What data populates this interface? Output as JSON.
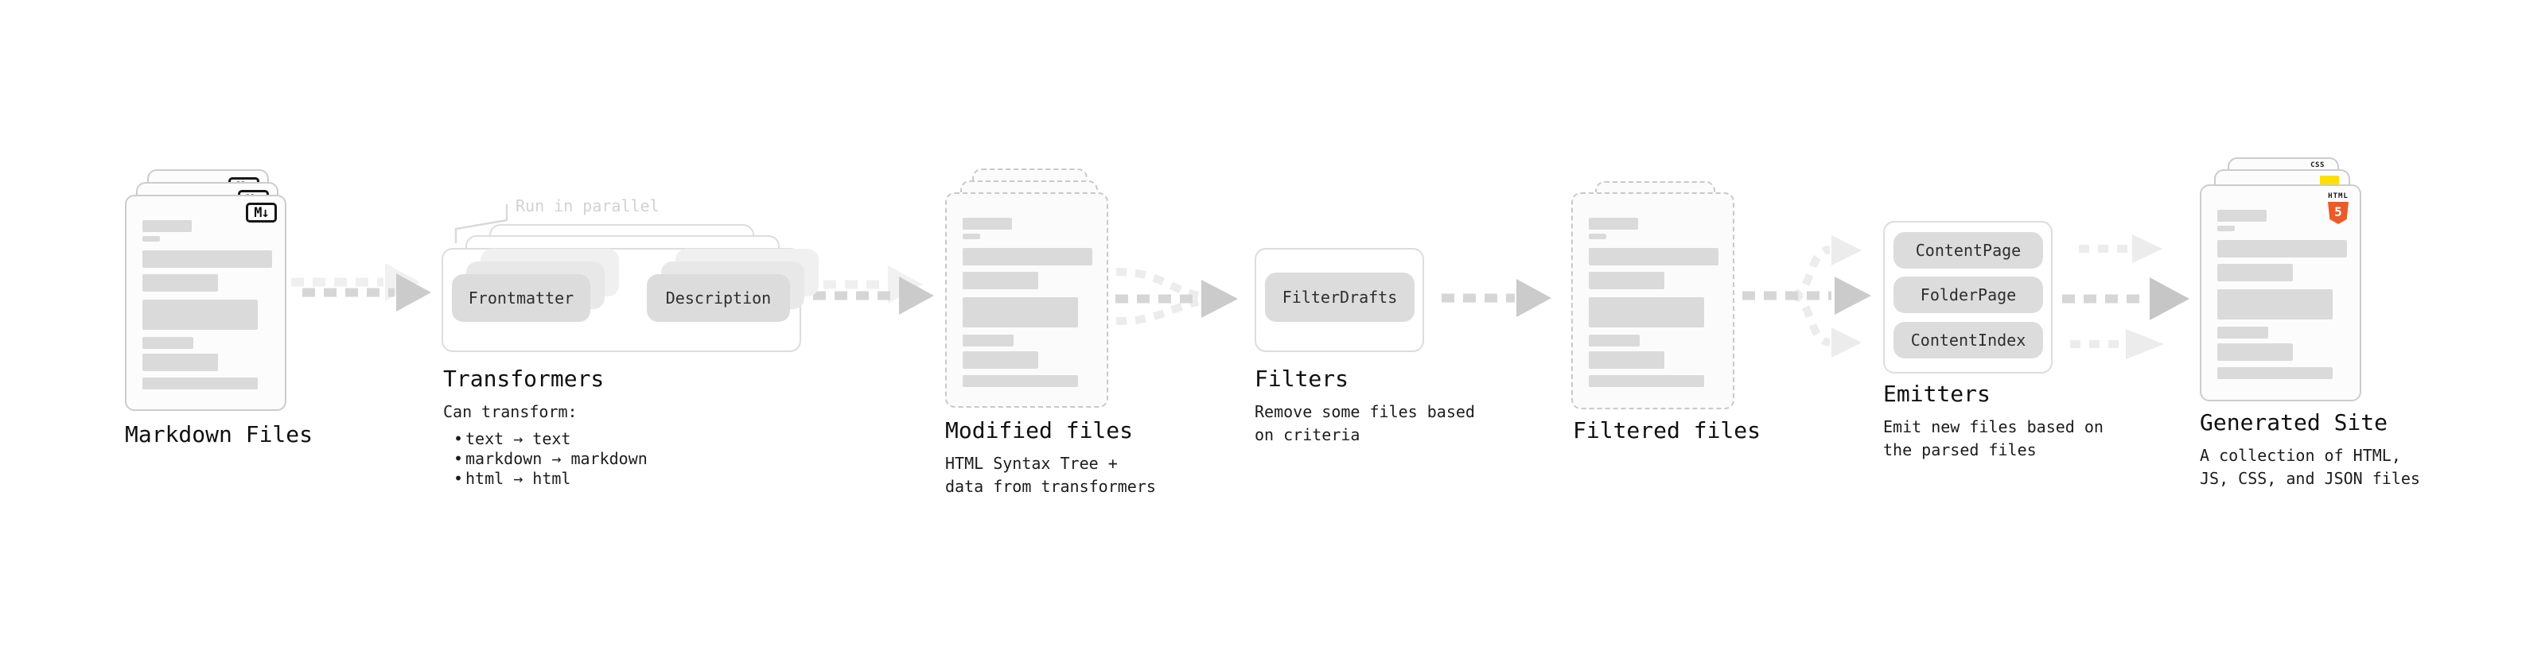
{
  "stages": {
    "markdown": {
      "label": "Markdown Files",
      "badge": "M↓"
    },
    "transformers": {
      "label": "Transformers",
      "annotation": "Run in parallel",
      "pill_left": "Frontmatter",
      "pill_right": "Description",
      "description": "Can transform:",
      "bullet_char": "•",
      "bullets": [
        "text → text",
        "markdown → markdown",
        "html → html"
      ]
    },
    "modified": {
      "label": "Modified files",
      "description": "HTML Syntax Tree +\ndata from transformers"
    },
    "filters": {
      "label": "Filters",
      "pill": "FilterDrafts",
      "description": "Remove some files based\non criteria"
    },
    "filtered": {
      "label": "Filtered files"
    },
    "emitters": {
      "label": "Emitters",
      "pills": [
        "ContentPage",
        "FolderPage",
        "ContentIndex"
      ],
      "description": "Emit new files based on\nthe parsed files"
    },
    "generated": {
      "label": "Generated Site",
      "description": "A collection of HTML,\nJS, CSS, and JSON files",
      "badges": {
        "css_label": "CSS",
        "html_label": "HTML",
        "html_number": "5"
      }
    }
  },
  "colors": {
    "css_blue": "#2965f1",
    "js_yellow": "#ffdf00",
    "html_orange": "#eb5a28"
  }
}
